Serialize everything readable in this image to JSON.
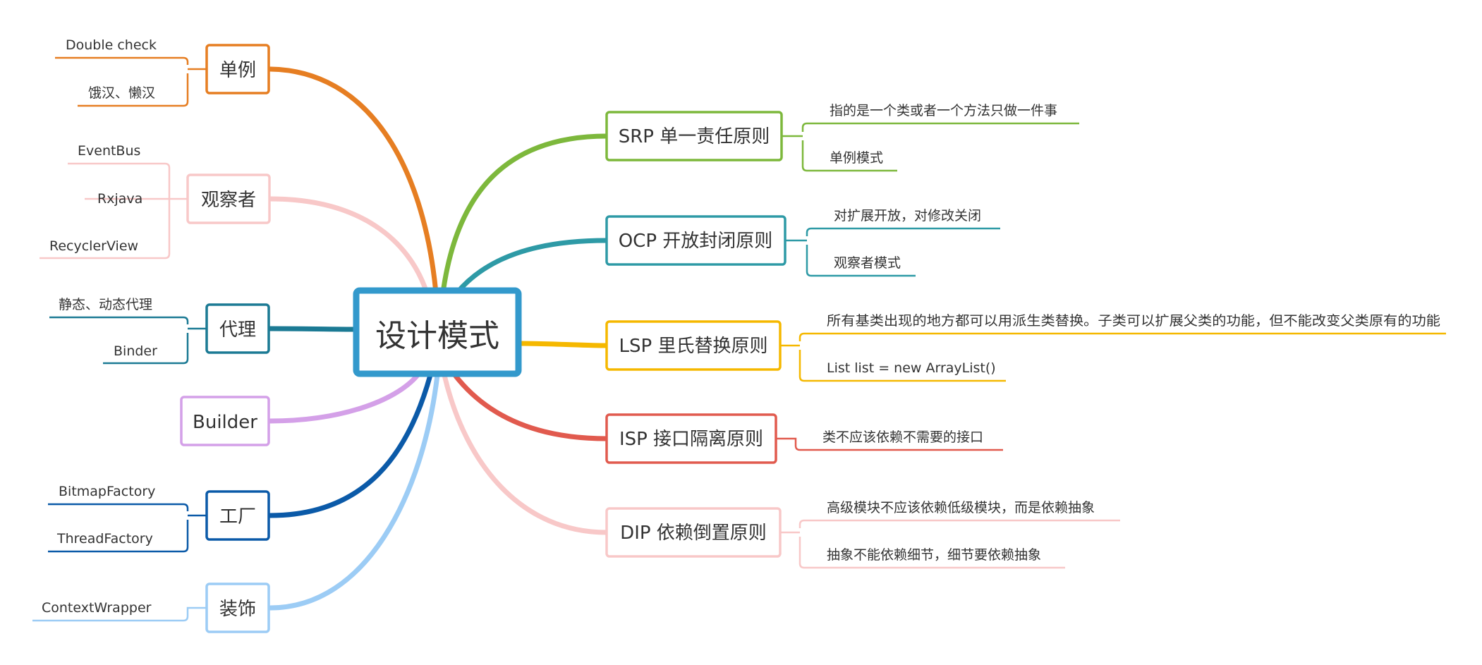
{
  "root": {
    "label": "设计模式",
    "color": "#3399CC"
  },
  "left_branches": [
    {
      "id": "singleton",
      "label": "单例",
      "color": "#E67E22",
      "leaves": [
        "Double check",
        "饿汉、懒汉"
      ]
    },
    {
      "id": "observer",
      "label": "观察者",
      "color": "#F8C8C8",
      "leaves": [
        "EventBus",
        "Rxjava",
        "RecyclerView"
      ]
    },
    {
      "id": "proxy",
      "label": "代理",
      "color": "#1B7A94",
      "leaves": [
        "静态、动态代理",
        "Binder"
      ]
    },
    {
      "id": "builder",
      "label": "Builder",
      "color": "#D4A0E8",
      "leaves": []
    },
    {
      "id": "factory",
      "label": "工厂",
      "color": "#0B5AA8",
      "leaves": [
        "BitmapFactory",
        "ThreadFactory"
      ]
    },
    {
      "id": "decorator",
      "label": "装饰",
      "color": "#9CCCF5",
      "leaves": [
        "ContextWrapper"
      ]
    }
  ],
  "right_branches": [
    {
      "id": "srp",
      "label": "SRP 单一责任原则",
      "color": "#7DB83C",
      "leaves": [
        "指的是一个类或者一个方法只做一件事",
        "单例模式"
      ]
    },
    {
      "id": "ocp",
      "label": "OCP 开放封闭原则",
      "color": "#2E9AA6",
      "leaves": [
        "对扩展开放，对修改关闭",
        "观察者模式"
      ]
    },
    {
      "id": "lsp",
      "label": "LSP 里氏替换原则",
      "color": "#F5B800",
      "leaves": [
        "所有基类出现的地方都可以用派生类替换。子类可以扩展父类的功能，但不能改变父类原有的功能",
        "List list = new ArrayList()"
      ]
    },
    {
      "id": "isp",
      "label": "ISP 接口隔离原则",
      "color": "#E15A4E",
      "leaves": [
        "类不应该依赖不需要的接口"
      ]
    },
    {
      "id": "dip",
      "label": "DIP 依赖倒置原则",
      "color": "#F8C8C8",
      "leaves": [
        "高级模块不应该依赖低级模块，而是依赖抽象",
        "抽象不能依赖细节，细节要依赖抽象"
      ]
    }
  ]
}
